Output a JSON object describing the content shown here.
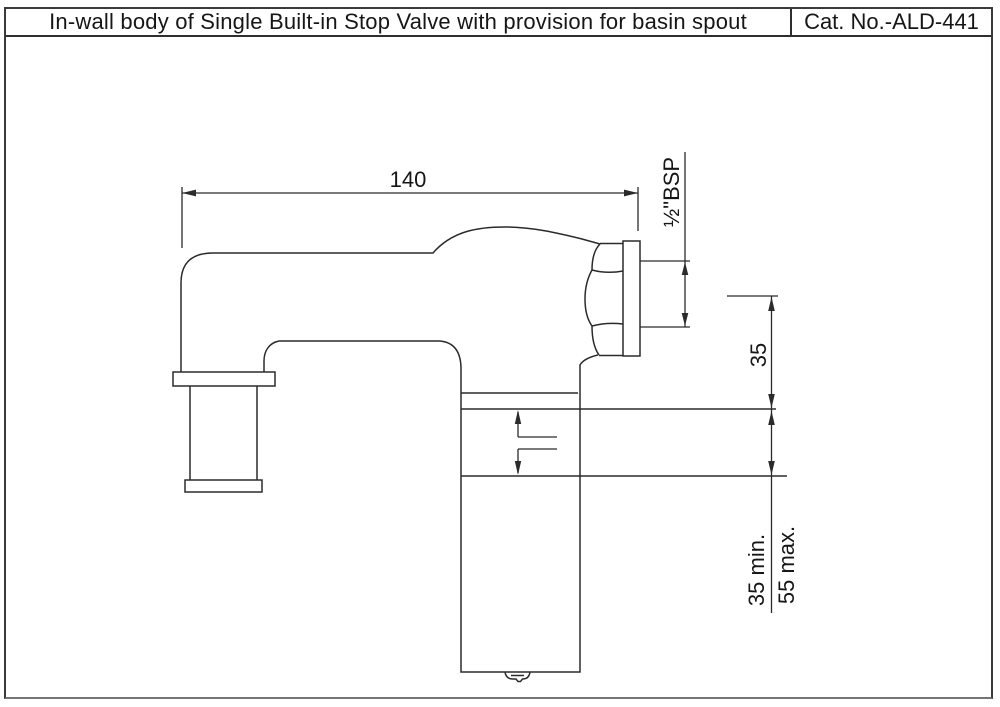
{
  "header": {
    "title": "In-wall body of Single Built-in Stop Valve with provision for basin spout",
    "catalog": "Cat. No.-ALD-441"
  },
  "labels": {
    "spout_reach": "140",
    "thread_size": "½\"BSP",
    "flange_to_wall": "35",
    "wall_depth_min": "35 min.",
    "wall_depth_max": "55 max."
  },
  "colors": {
    "line": "#2b2b2b",
    "text": "#161616",
    "frame": "#3a3a3a",
    "background": "#ffffff"
  }
}
